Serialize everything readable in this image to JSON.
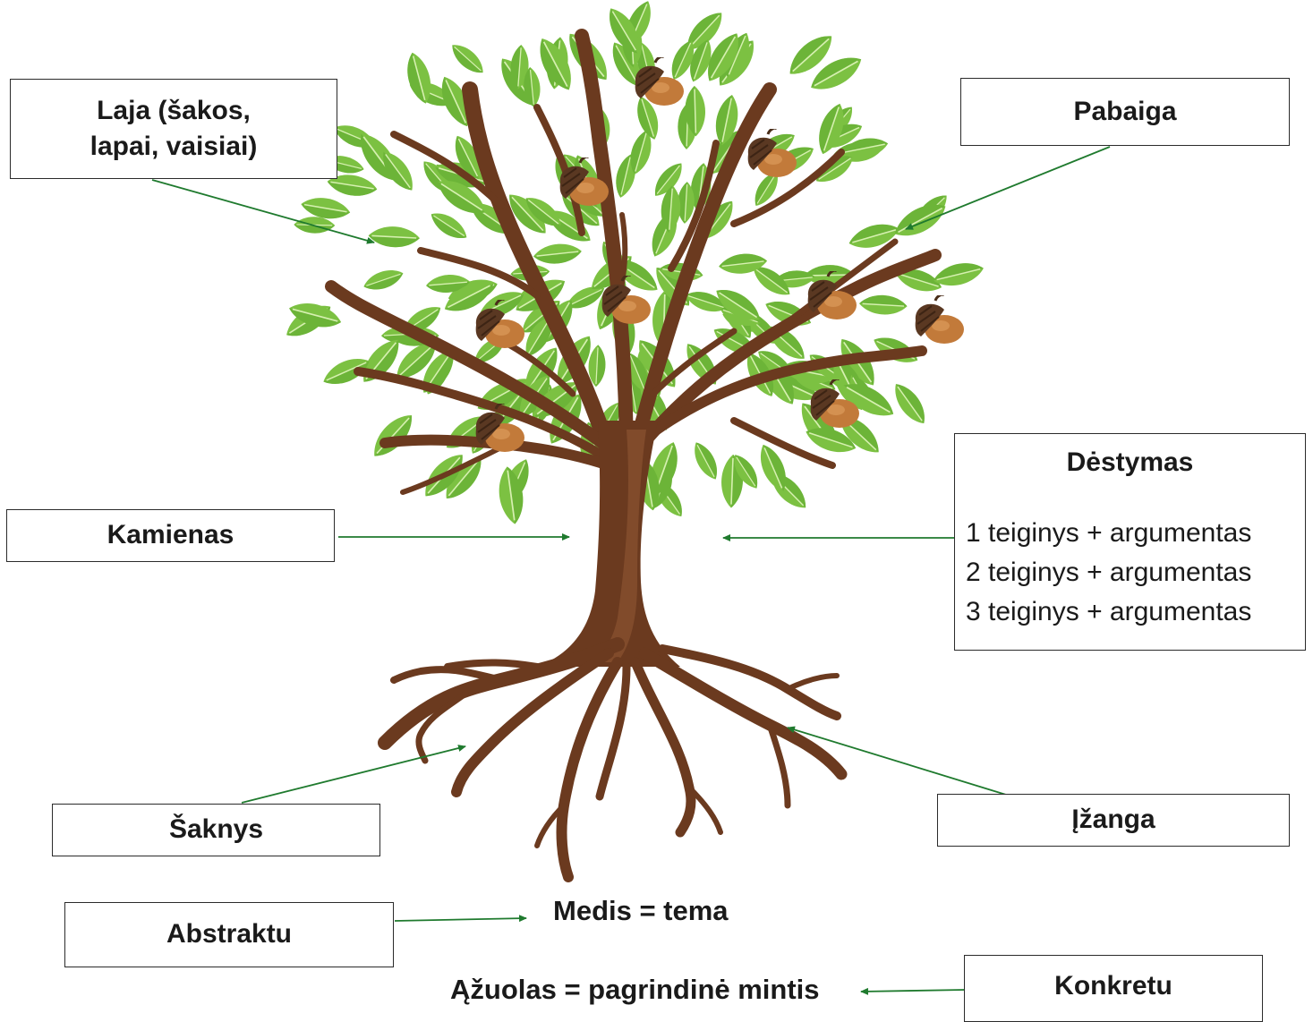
{
  "labels": {
    "laja": "Laja (šakos,\nlapai, vaisiai)",
    "pabaiga": "Pabaiga",
    "kamienas": "Kamienas",
    "destymas_title": "Dėstymas",
    "destymas_lines": [
      "1 teiginys + argumentas",
      "2 teiginys + argumentas",
      "3 teiginys + argumentas"
    ],
    "saknys": "Šaknys",
    "izanga": "Įžanga",
    "abstraktu": "Abstraktu",
    "konkretu": "Konkretu"
  },
  "statements": {
    "medis": "Medis = tema",
    "azuolas": "Ąžuolas = pagrindinė mintis"
  },
  "colors": {
    "arrow": "#1f7a2e",
    "trunk": "#6b3a1f",
    "trunk_light": "#8a5230",
    "leaf": "#7cc142",
    "leaf_dark": "#4f9a2a",
    "leaf_vein": "#c8eaa0",
    "acorn_nut": "#c27a3a",
    "acorn_cap": "#5a3822"
  }
}
